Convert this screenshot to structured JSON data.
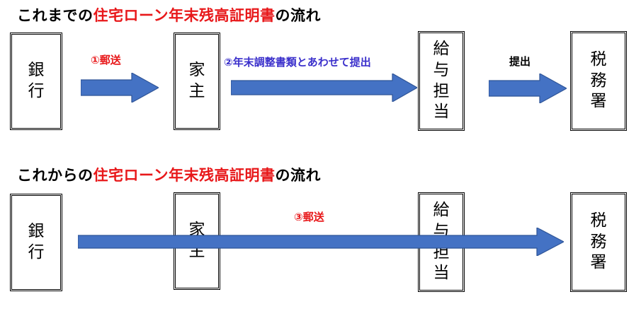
{
  "page": {
    "background_color": "#FFFFFF",
    "accent_blue": "#4472C4",
    "accent_blue_outline": "#2F5597",
    "highlight_red": "#E8181A",
    "label_blue": "#3A2FCB",
    "text_black": "#000000"
  },
  "rows": [
    {
      "id": "current-flow",
      "title": {
        "lead": "これまでの",
        "highlight": "住宅ローン年末残高証明書",
        "trail": "の流れ"
      },
      "boxes": [
        {
          "id": "bank",
          "label": "銀\n行"
        },
        {
          "id": "landlord",
          "label": "家\n主"
        },
        {
          "id": "payroll",
          "label": "給\n与\n担\n当"
        },
        {
          "id": "taxoffice",
          "label": "税\n務\n署"
        }
      ],
      "arrows": [
        {
          "id": "arrow-1",
          "label": "①郵送",
          "label_color": "red"
        },
        {
          "id": "arrow-2",
          "label": "②年末調整書類とあわせて提出",
          "label_color": "blue"
        },
        {
          "id": "arrow-3",
          "label": "提出",
          "label_color": "black"
        }
      ]
    },
    {
      "id": "future-flow",
      "title": {
        "lead": "これからの",
        "highlight": "住宅ローン年末残高証明書",
        "trail": "の流れ"
      },
      "boxes": [
        {
          "id": "bank",
          "label": "銀\n行"
        },
        {
          "id": "landlord",
          "label": "家\n主"
        },
        {
          "id": "payroll",
          "label": "給\n与\n担\n当"
        },
        {
          "id": "taxoffice",
          "label": "税\n務\n署"
        }
      ],
      "arrows": [
        {
          "id": "arrow-4",
          "label": "③郵送",
          "label_color": "red"
        }
      ]
    }
  ]
}
